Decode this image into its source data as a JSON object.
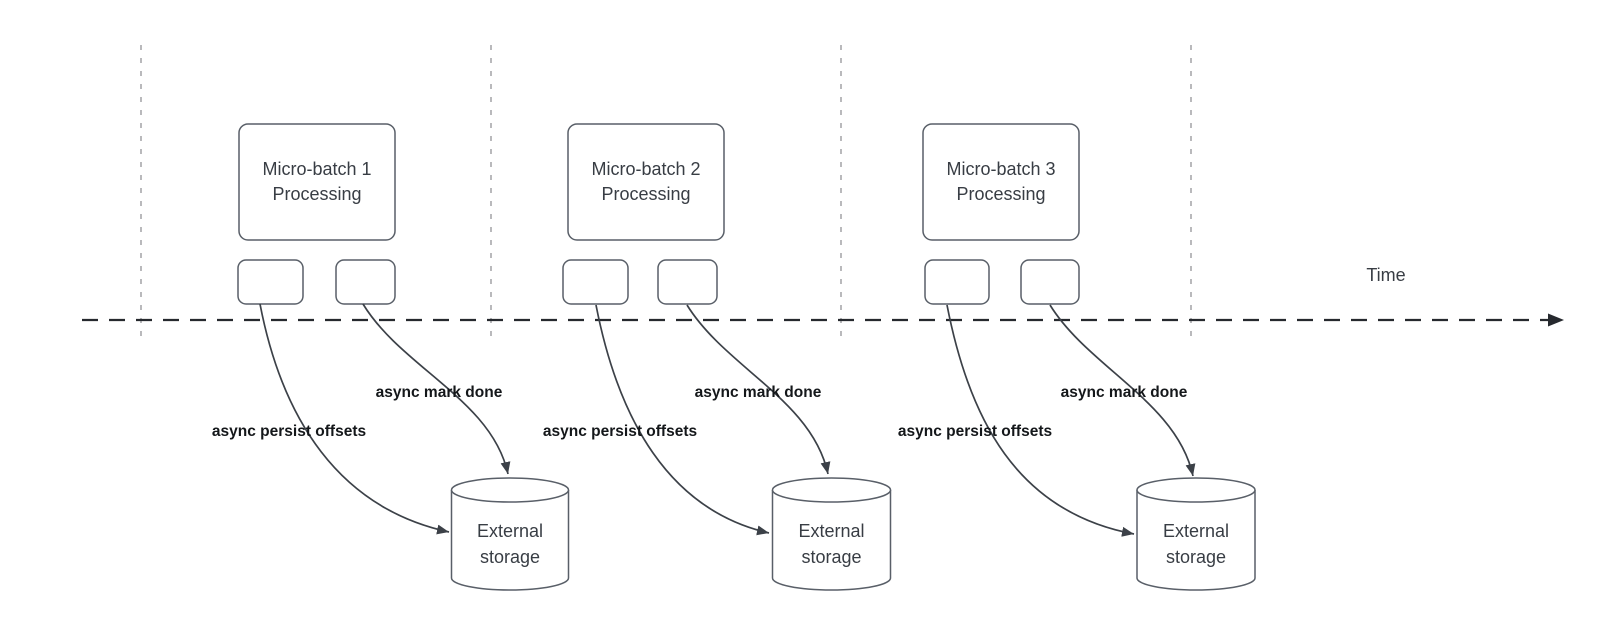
{
  "timeline": {
    "label": "Time"
  },
  "batches": [
    {
      "title_line1": "Micro-batch 1",
      "title_line2": "Processing",
      "persist_offsets_label": "async persist offsets",
      "mark_done_label": "async mark done",
      "storage_line1": "External",
      "storage_line2": "storage"
    },
    {
      "title_line1": "Micro-batch 2",
      "title_line2": "Processing",
      "persist_offsets_label": "async persist offsets",
      "mark_done_label": "async mark done",
      "storage_line1": "External",
      "storage_line2": "storage"
    },
    {
      "title_line1": "Micro-batch 3",
      "title_line2": "Processing",
      "persist_offsets_label": "async persist offsets",
      "mark_done_label": "async mark done",
      "storage_line1": "External",
      "storage_line2": "storage"
    }
  ],
  "colors": {
    "background": "#ffffff",
    "box_border": "#595f68",
    "text": "#383d44",
    "bold_label": "#14171a",
    "timeline": "#26292e",
    "curve": "#3c4148",
    "guide_line": "#a8a8ac"
  }
}
